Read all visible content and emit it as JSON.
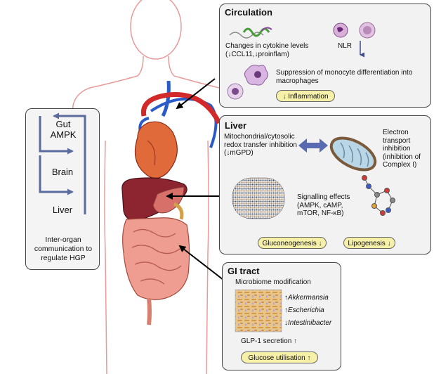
{
  "circulation": {
    "title": "Circulation",
    "cytokine_text": "Changes in cytokine levels (↓CCL11,↓proinflam)",
    "nlr_label": "NLR",
    "monocyte_text": "Suppression of monocyte differentiation into macrophages",
    "inflammation_pill": "Inflammation",
    "inflammation_arrow": "↓"
  },
  "liver_panel": {
    "title": "Liver",
    "redox_text": "Mitochondrial/cytosolic redox transfer inhibition (↓mGPD)",
    "electron_text": "Electron transport inhibition (inhibition of Complex I)",
    "signalling_text": "Signalling effects (AMPK, cAMP, mTOR, NF-κB)",
    "gluconeogenesis_pill": "Gluconeogenesis",
    "gluconeogenesis_arrow": "↓",
    "lipogenesis_pill": "Lipogenesis",
    "lipogenesis_arrow": "↓"
  },
  "gi_tract": {
    "title": "GI tract",
    "microbiome_text": "Microbiome modification",
    "bacteria": [
      {
        "arrow": "↑",
        "name": "Akkermansia"
      },
      {
        "arrow": "↑",
        "name": "Escherichia"
      },
      {
        "arrow": "↓",
        "name": "Intestinibacter"
      }
    ],
    "glp1_text": "GLP-1 secretion",
    "glp1_arrow": "↑",
    "glucose_pill": "Glucose utilisation",
    "glucose_arrow": "↑"
  },
  "inter_organ": {
    "gut_ampk": "Gut AMPK",
    "brain": "Brain",
    "liver": "Liver",
    "caption": "Inter-organ communication to regulate HGP"
  },
  "colors": {
    "panel_fill": "#f2f2f2",
    "pill_fill": "#f6f0a8",
    "loop_arrow": "#5a6b9c",
    "body_outline": "#e89a9a"
  }
}
